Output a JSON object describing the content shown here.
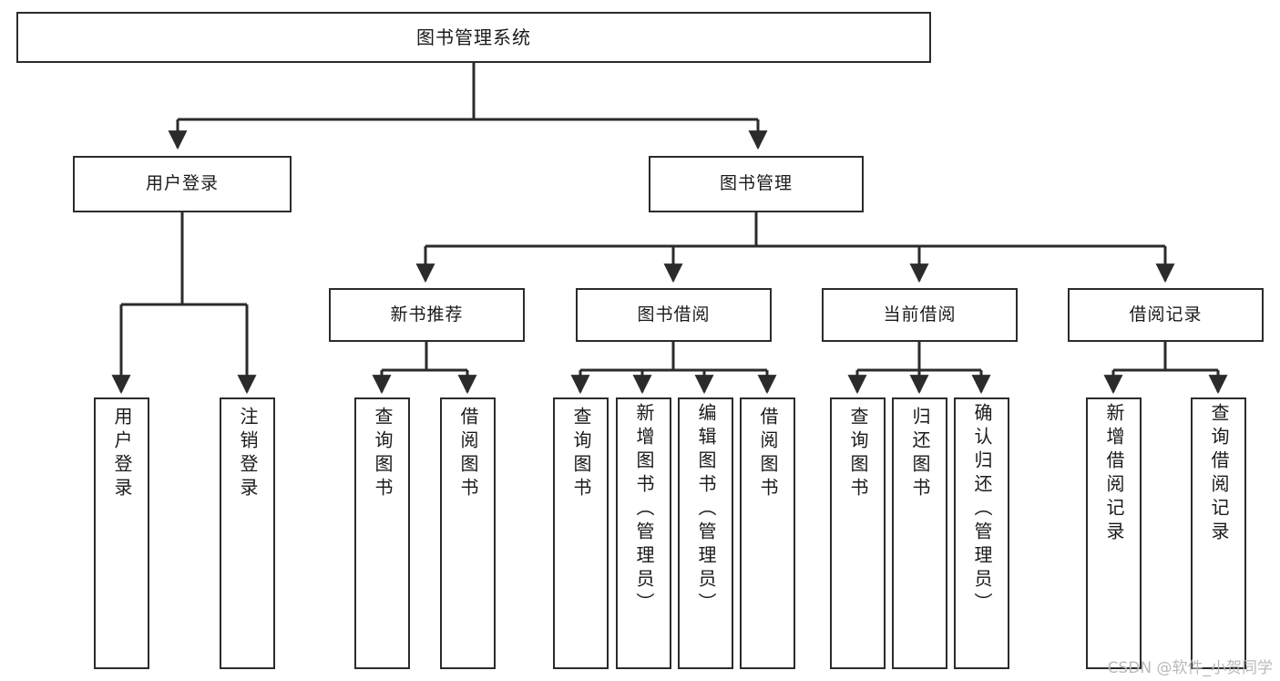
{
  "diagram": {
    "title": "图书管理系统",
    "type": "tree",
    "orientation": "top-down",
    "colors": {
      "box_border": "#2b2b2b",
      "box_fill": "#ffffff",
      "connector": "#2b2b2b",
      "canvas": "#ffffff",
      "watermark": "#b9b9b9"
    },
    "root": {
      "id": "root",
      "label": "图书管理系统"
    },
    "level2": [
      {
        "id": "user-login",
        "label": "用户登录"
      },
      {
        "id": "book-management",
        "label": "图书管理"
      }
    ],
    "level3": [
      {
        "id": "new-book-recommend",
        "label": "新书推荐",
        "parent": "book-management"
      },
      {
        "id": "book-borrow",
        "label": "图书借阅",
        "parent": "book-management"
      },
      {
        "id": "current-borrow",
        "label": "当前借阅",
        "parent": "book-management"
      },
      {
        "id": "borrow-record",
        "label": "借阅记录",
        "parent": "book-management"
      }
    ],
    "leaves": [
      {
        "id": "leaf-user-login",
        "label": "用户登录",
        "parent": "user-login"
      },
      {
        "id": "leaf-logout-login",
        "label": "注销登录",
        "parent": "user-login"
      },
      {
        "id": "leaf-query-book-1",
        "label": "查询图书",
        "parent": "new-book-recommend"
      },
      {
        "id": "leaf-borrow-book-1",
        "label": "借阅图书",
        "parent": "new-book-recommend"
      },
      {
        "id": "leaf-query-book-2",
        "label": "查询图书",
        "parent": "book-borrow"
      },
      {
        "id": "leaf-add-book",
        "label": "新增图书（管理员）",
        "parent": "book-borrow"
      },
      {
        "id": "leaf-edit-book",
        "label": "编辑图书（管理员）",
        "parent": "book-borrow"
      },
      {
        "id": "leaf-borrow-book-2",
        "label": "借阅图书",
        "parent": "book-borrow"
      },
      {
        "id": "leaf-query-book-3",
        "label": "查询图书",
        "parent": "current-borrow"
      },
      {
        "id": "leaf-return-book",
        "label": "归还图书",
        "parent": "current-borrow"
      },
      {
        "id": "leaf-confirm-return",
        "label": "确认归还（管理员）",
        "parent": "current-borrow"
      },
      {
        "id": "leaf-add-borrow-record",
        "label": "新增借阅记录",
        "parent": "borrow-record"
      },
      {
        "id": "leaf-query-borrow-record",
        "label": "查询借阅记录",
        "parent": "borrow-record"
      }
    ]
  },
  "watermark": {
    "text": "CSDN @软件_小贺同学"
  }
}
